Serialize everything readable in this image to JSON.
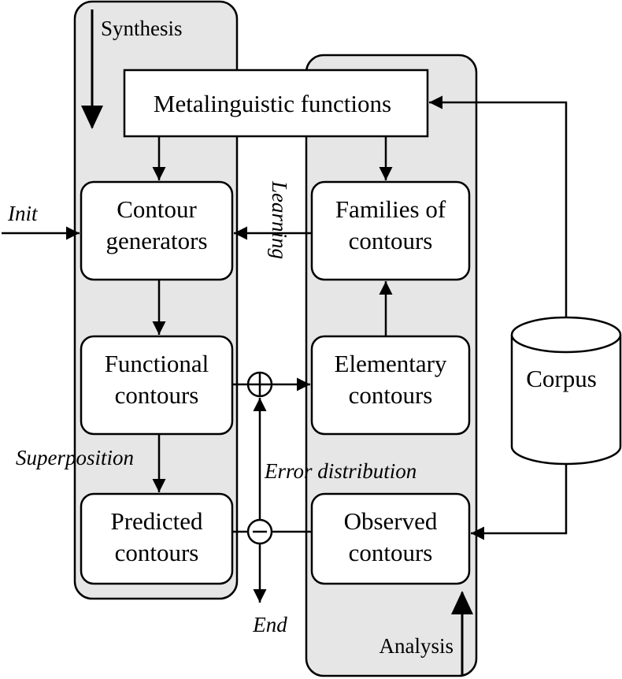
{
  "panels": {
    "synthesis": {
      "label": "Synthesis"
    },
    "analysis": {
      "label": "Analysis"
    }
  },
  "boxes": {
    "metalinguistic": {
      "label": "Metalinguistic functions"
    },
    "contour_generators": {
      "line1": "Contour",
      "line2": "generators"
    },
    "families": {
      "line1": "Families of",
      "line2": "contours"
    },
    "functional": {
      "line1": "Functional",
      "line2": "contours"
    },
    "elementary": {
      "line1": "Elementary",
      "line2": "contours"
    },
    "predicted": {
      "line1": "Predicted",
      "line2": "contours"
    },
    "observed": {
      "line1": "Observed",
      "line2": "contours"
    },
    "corpus": {
      "label": "Corpus"
    }
  },
  "labels": {
    "init": "Init",
    "learning": "Learning",
    "superposition": "Superposition",
    "error_distribution": "Error distribution",
    "end": "End"
  },
  "colors": {
    "panel_fill": "#e6e6e6",
    "stroke": "#000000",
    "box_fill": "#ffffff"
  }
}
